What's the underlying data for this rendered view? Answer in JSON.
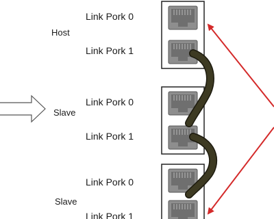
{
  "units": [
    {
      "role": "Host",
      "ports": [
        "Link Pork 0",
        "Link Pork 1"
      ]
    },
    {
      "role": "Slave",
      "ports": [
        "Link Pork 0",
        "Link Pork 1"
      ]
    },
    {
      "role": "Slave",
      "ports": [
        "Link Pork 0",
        "Link Pork 1"
      ]
    }
  ],
  "colors": {
    "cable": "#3d3a22",
    "cable_edge": "#1c1a0e",
    "arrow": "#d42a2a",
    "jack_body": "#9a9a9a",
    "jack_frame": "#222222"
  },
  "icons": {
    "pointer": "hollow-right-arrow-icon"
  }
}
